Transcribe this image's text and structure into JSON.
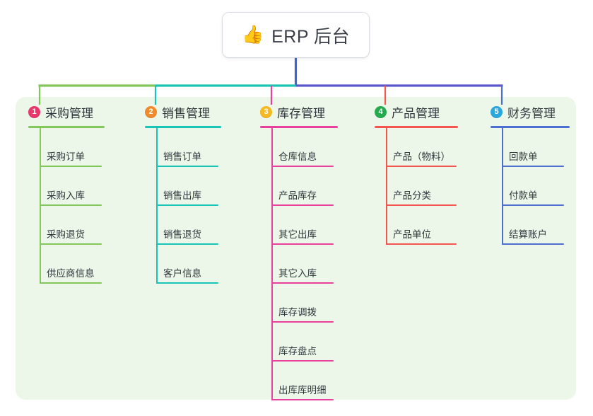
{
  "root": {
    "icon": "thumbs-up-icon",
    "icon_glyph": "👍",
    "title": "ERP 后台"
  },
  "palette": {
    "panel_bg": "#edf7e9",
    "page_bg": "#ffffff",
    "root_stem": "#4465c8",
    "bus_left": "#82c75a",
    "bus_mid": "#17c4b6",
    "bus_right": "#5b57cb",
    "col1": "#82c75a",
    "col2": "#17c4b6",
    "col3": "#e8409c",
    "col4": "#f4564f",
    "col5": "#4d6fd0",
    "badge1": "#e8376a",
    "badge2": "#f08a2c",
    "badge3": "#f5b921",
    "badge4": "#24ab4e",
    "badge5": "#29a8e0",
    "text": "#2f343b"
  },
  "columns": [
    {
      "number": "1",
      "title": "采购管理",
      "accent": "#82c75a",
      "badge_color": "#e8376a",
      "items": [
        {
          "label": "采购订单"
        },
        {
          "label": "采购入库"
        },
        {
          "label": "采购退货"
        },
        {
          "label": "供应商信息"
        }
      ]
    },
    {
      "number": "2",
      "title": "销售管理",
      "accent": "#17c4b6",
      "badge_color": "#f08a2c",
      "items": [
        {
          "label": "销售订单"
        },
        {
          "label": "销售出库"
        },
        {
          "label": "销售退货"
        },
        {
          "label": "客户信息"
        }
      ]
    },
    {
      "number": "3",
      "title": "库存管理",
      "accent": "#e8409c",
      "badge_color": "#f5b921",
      "items": [
        {
          "label": "仓库信息"
        },
        {
          "label": "产品库存"
        },
        {
          "label": "其它出库"
        },
        {
          "label": "其它入库"
        },
        {
          "label": "库存调拨"
        },
        {
          "label": "库存盘点"
        },
        {
          "label": "出库库明细"
        }
      ]
    },
    {
      "number": "4",
      "title": "产品管理",
      "accent": "#f4564f",
      "badge_color": "#24ab4e",
      "items": [
        {
          "label": "产品（物料）"
        },
        {
          "label": "产品分类"
        },
        {
          "label": "产品单位"
        }
      ]
    },
    {
      "number": "5",
      "title": "财务管理",
      "accent": "#4d6fd0",
      "badge_color": "#29a8e0",
      "items": [
        {
          "label": "回款单"
        },
        {
          "label": "付款单"
        },
        {
          "label": "结算账户"
        }
      ]
    }
  ]
}
